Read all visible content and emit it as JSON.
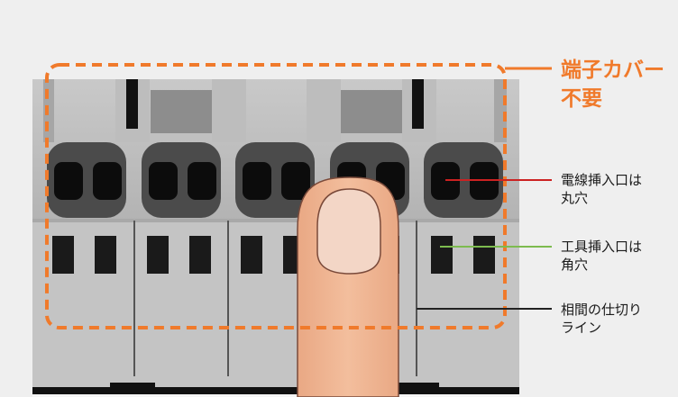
{
  "annotations": {
    "cover": {
      "line1": "端子カバー",
      "line2": "不要"
    },
    "wire_port": {
      "line1": "電線挿入口は",
      "line2": "丸穴"
    },
    "tool_port": {
      "line1": "工具挿入口は",
      "line2": "角穴"
    },
    "divider": {
      "line1": "相間の仕切り",
      "line2": "ライン"
    }
  },
  "colors": {
    "cover_callout": "#f07a2b",
    "wire_port_line": "#cc2222",
    "tool_port_line": "#7dbb4f",
    "divider_line": "#222222"
  },
  "terminal_count": 5
}
